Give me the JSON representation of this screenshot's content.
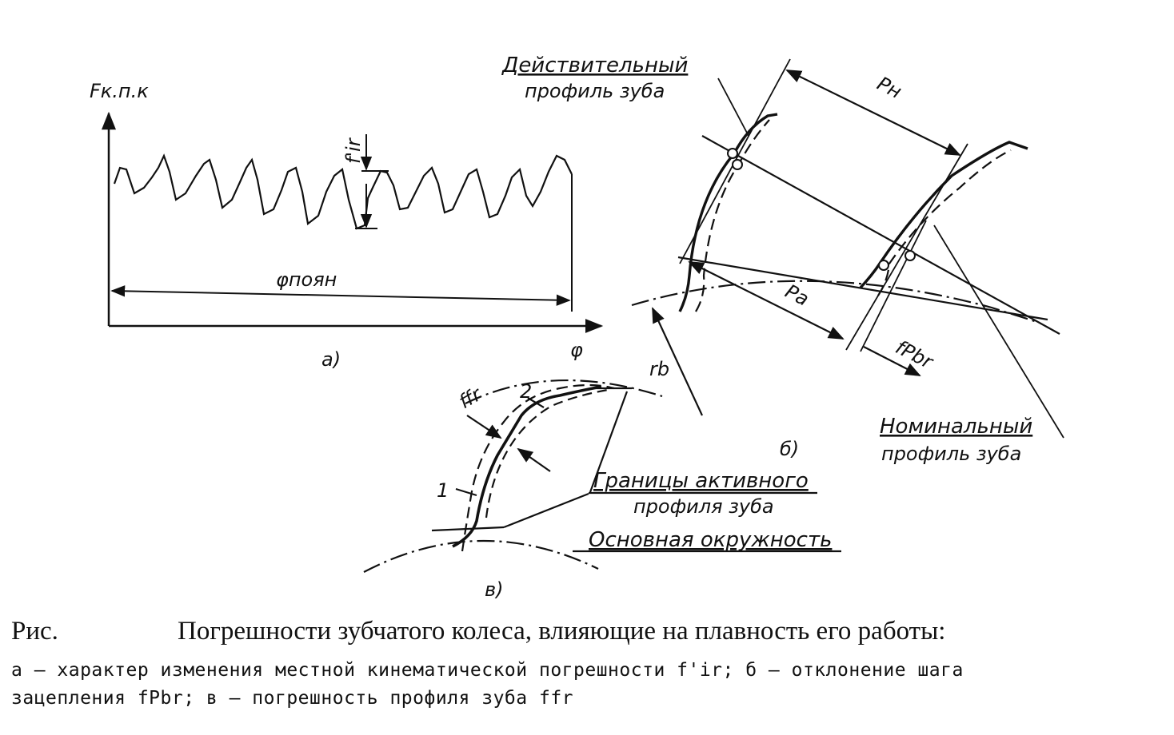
{
  "panel_a": {
    "y_axis_label": "Fк.п.к",
    "x_axis_label": "φ",
    "amplitude_label": "f'ir",
    "range_label": "φпоян",
    "panel_label": "а)"
  },
  "panel_b": {
    "actual_profile_label_line1": "Действительный",
    "actual_profile_label_line2": "профиль зуба",
    "nominal_profile_label_line1": "Номинальный",
    "nominal_profile_label_line2": "профиль зуба",
    "pn_label": "Pн",
    "pa_label": "Pа",
    "fpbr_label": "fPbr",
    "rb_label": "rb",
    "panel_label": "б)"
  },
  "panel_c": {
    "ffr_label": "ffr",
    "marker_1": "1",
    "marker_2": "2",
    "active_bounds_line1": "Границы активного",
    "active_bounds_line2": "профиля зуба",
    "base_circle_label": "Основная окружность",
    "panel_label": "в)"
  },
  "caption": {
    "prefix": "Рис.",
    "title": "Погрешности зубчатого колеса, влияющие на плавность его работы:",
    "line1": "а — характер изменения местной кинематической погрешности f'ir; б — отклонение шага",
    "line2": "зацепления fPbr; в — погрешность профиля зуба ffr"
  }
}
